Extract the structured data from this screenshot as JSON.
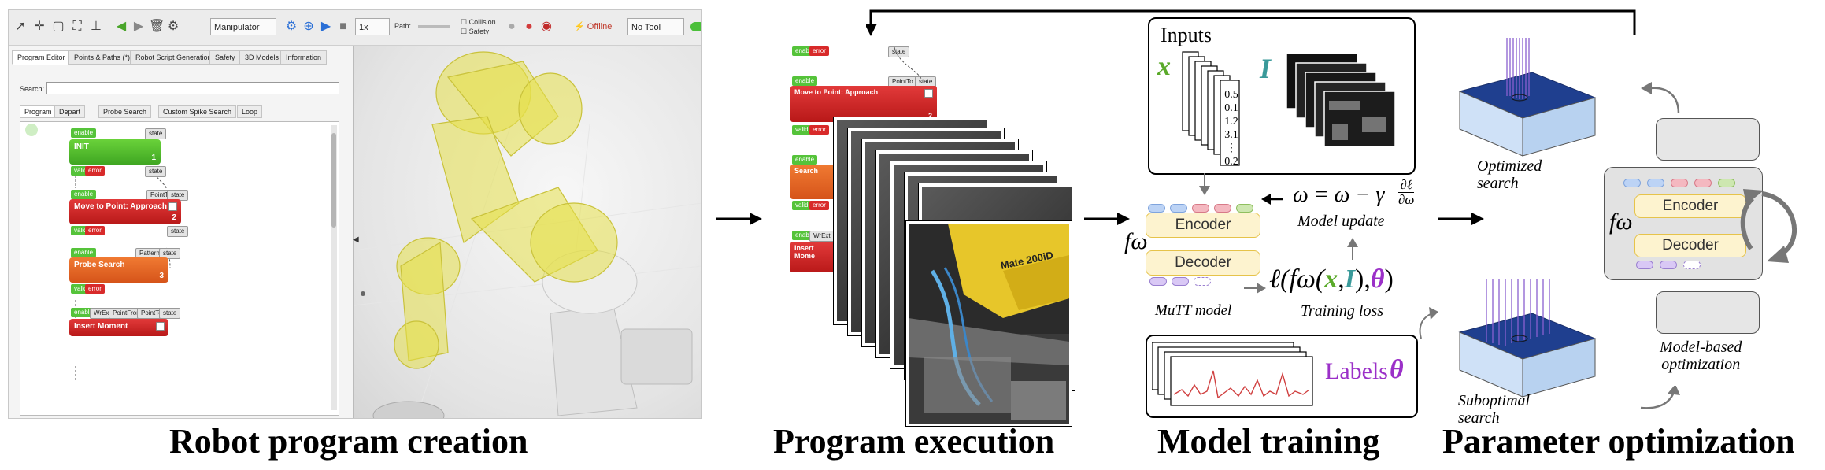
{
  "captions": {
    "creation": "Robot program creation",
    "execution": "Program execution",
    "training": "Model training",
    "optimization": "Parameter optimization"
  },
  "editor": {
    "toolbar": {
      "manipulator_label": "Manipulator",
      "speed_value": "1x",
      "path_label": "Path:",
      "collision_label": "Collision",
      "safety_label": "Safety",
      "offline_label": "Offline",
      "tool_value": "No Tool"
    },
    "tabs": [
      "Program Editor",
      "Points & Paths (*)",
      "Robot Script Generation",
      "Safety",
      "3D Models",
      "Information"
    ],
    "search_label": "Search:",
    "subtabs": [
      "Program",
      "Depart",
      "Probe Search",
      "Custom Spike Search",
      "Loop"
    ],
    "blocks": [
      {
        "title": "INIT",
        "number": "1"
      },
      {
        "title": "Move to Point: Approach",
        "number": "2"
      },
      {
        "title": "Probe Search",
        "number": "3"
      },
      {
        "title": "Insert Moment",
        "number": ""
      }
    ],
    "pills": {
      "enable": "enable",
      "state": "state",
      "valid": "valid",
      "error": "error",
      "point_to": "PointTo",
      "pattern": "Pattern",
      "wrench_ext": "WrExt",
      "point_from": "PointFrom"
    }
  },
  "execution": {
    "blocks": [
      {
        "title": "Move to Point: Approach",
        "number": "2"
      },
      {
        "title": "Search",
        "number": ""
      },
      {
        "title": "Insert Mome",
        "number": ""
      }
    ],
    "photo_text": "Mate 200iD",
    "frame_count": 8
  },
  "training": {
    "inputs_title": "Inputs",
    "x_symbol": "x",
    "image_symbol": "I",
    "vector_values": [
      "0.5",
      "0.1",
      "1.2",
      "3.1",
      "⋮",
      "0.2"
    ],
    "encoder_label": "Encoder",
    "decoder_label": "Decoder",
    "f_omega": "fω",
    "model_caption": "MuTT model",
    "update_caption": "Model update",
    "loss_caption": "Training loss",
    "labels_title": "Labels",
    "theta_symbol": "θ",
    "update_eq_lhs": "ω = ω − γ",
    "loss_eq_prefix": "ℓ(fω(",
    "loss_eq_sep": ",",
    "loss_eq_suffix": ")",
    "derivative_num": "∂ℓ",
    "derivative_den": "∂ω",
    "token_colors": [
      "#bcd3f5",
      "#bcd3f5",
      "#f4b8c0",
      "#f4b8c0",
      "#cde7b0"
    ]
  },
  "optimization": {
    "optimized_label": "Optimized\nsearch",
    "suboptimal_label": "Suboptimal\nsearch",
    "model_based_label": "Model-based\noptimization",
    "encoder_label": "Encoder",
    "decoder_label": "Decoder",
    "f_omega": "fω"
  },
  "colors": {
    "green_block": "#4fbf2a",
    "red_block": "#d02222",
    "orange_block": "#e8622a",
    "robot_yellow": "#e6e04a",
    "slab_top": "#1f3f8f",
    "slab_side": "#cfe1f7",
    "x_green": "#5aaa2a",
    "image_teal": "#3a9a9a",
    "theta_purple": "#9b30c8",
    "loss_red": "#d04040"
  }
}
